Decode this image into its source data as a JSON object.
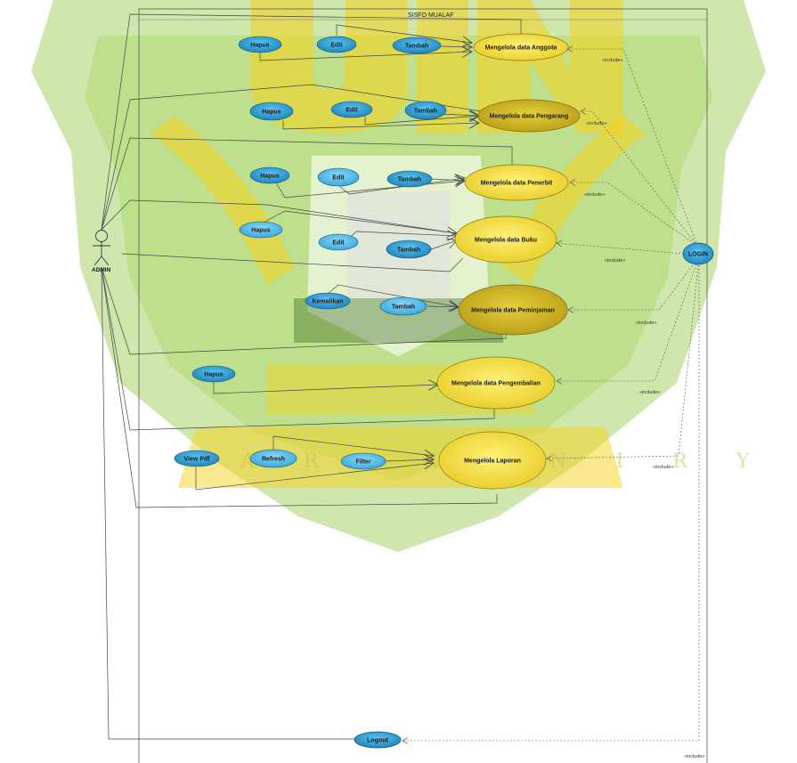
{
  "system_title": "SISFO MUALAF",
  "actors": {
    "admin": "ADMIN"
  },
  "watermark": {
    "text": "A R - R A N I R Y",
    "colors": {
      "shield": "#8cc43c",
      "gold": "#f5d21e",
      "ink": "#2a5b18"
    }
  },
  "colors": {
    "main_use_case_fill": "#f4e23d",
    "main_use_case_fill_dark": "#d9bf28",
    "sub_use_case_fill": "#2f9ad0",
    "sub_use_case_fill_light": "#5cc2ef",
    "line": "#444444"
  },
  "use_cases": {
    "anggota": "Mengelola data Anggota",
    "pengarang": "Mengelola data Pengarang",
    "penerbit": "Mengelola data Penerbit",
    "buku": "Mengelola data Buku",
    "peminjaman": "Mengelola data Peminjaman",
    "pengembalian": "Mengelola data Pengembalian",
    "laporan": "Mengelola Laporan",
    "login": "LOGIN",
    "logout": "Logout"
  },
  "sub_cases": {
    "anggota": {
      "hapus": "Hapus",
      "edit": "Edit",
      "tambah": "Tambah"
    },
    "pengarang": {
      "hapus": "Hapus",
      "edit": "Edit",
      "tambah": "Tambah"
    },
    "penerbit": {
      "hapus": "Hapus",
      "edit": "Edit",
      "tambah": "Tambah"
    },
    "buku": {
      "hapus": "Hapus",
      "edit": "Edit",
      "tambah": "Tambah"
    },
    "peminjaman": {
      "kembalikan": "Kemalikan",
      "tambah": "Tambah"
    },
    "pengembalian": {
      "hapus": "Hapus"
    },
    "laporan": {
      "viewpdf": "View Pdf",
      "refresh": "Refresh",
      "filter": "Filter"
    }
  },
  "include_label": "«include»"
}
